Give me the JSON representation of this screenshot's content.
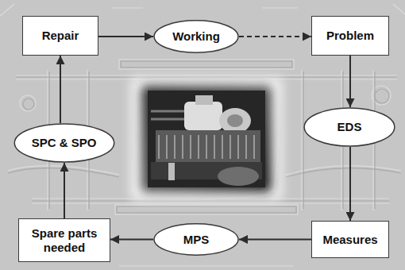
{
  "diagram": {
    "nodes": [
      {
        "text": [
          "Repair"
        ]
      },
      {
        "text": [
          "Working"
        ]
      },
      {
        "text": [
          "Problem"
        ]
      },
      {
        "text": [
          "EDS"
        ]
      },
      {
        "text": [
          "Measures"
        ]
      },
      {
        "text": [
          "MPS"
        ]
      },
      {
        "text": [
          "Spare parts needed"
        ]
      },
      {
        "text": [
          "SPC & SPO"
        ]
      }
    ],
    "edges": [
      {
        "from": 0,
        "to": 1,
        "arrow": "to"
      },
      {
        "from": 1,
        "to": 2,
        "arrow": "to"
      },
      {
        "from": 2,
        "to": 3,
        "arrow": "to"
      },
      {
        "from": 3,
        "to": 4,
        "arrow": "to"
      },
      {
        "from": 4,
        "to": 5,
        "arrow": "to"
      },
      {
        "from": 5,
        "to": 6,
        "arrow": "to"
      },
      {
        "from": 6,
        "to": 7,
        "arrow": "to"
      },
      {
        "from": 7,
        "to": 0,
        "arrow": "to"
      }
    ]
  }
}
